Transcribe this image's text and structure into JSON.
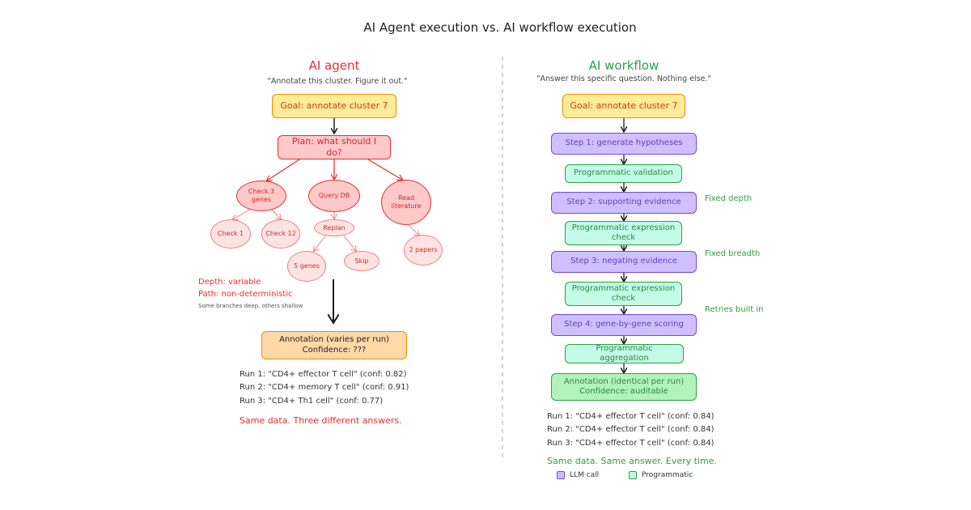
{
  "title": "AI Agent execution vs. AI workflow execution",
  "agent": {
    "heading": "AI agent",
    "quote": "\"Annotate this cluster. Figure it out.\"",
    "goal": "Goal: annotate cluster 7",
    "plan": "Plan: what should I do?",
    "branches": {
      "check_genes": "Check 3 genes",
      "query_db": "Query DB",
      "read_lit": "Read literature",
      "check_1": "Check 1",
      "check_12": "Check 12",
      "replan": "Replan",
      "five_genes": "5 genes",
      "skip": "Skip",
      "two_papers": "2 papers"
    },
    "depth_note": "Depth: variable",
    "path_note": "Path: non-deterministic",
    "branches_note": "Some branches deep, others shallow",
    "result_line1": "Annotation (varies per run)",
    "result_line2": "Confidence: ???",
    "runs": [
      "Run 1: \"CD4+ effector T cell\" (conf: 0.82)",
      "Run 2: \"CD4+ memory T cell\" (conf: 0.91)",
      "Run 3: \"CD4+ Th1 cell\" (conf: 0.77)"
    ],
    "conclusion": "Same data. Three different answers."
  },
  "workflow": {
    "heading": "AI workflow",
    "quote": "\"Answer this specific question. Nothing else.\"",
    "goal": "Goal: annotate cluster 7",
    "steps": {
      "step1": "Step 1: generate hypotheses",
      "prog_validation": "Programmatic validation",
      "step2": "Step 2: supporting evidence",
      "prog_expr1": "Programmatic expression check",
      "step3": "Step 3: negating evidence",
      "prog_expr2": "Programmatic expression check",
      "step4": "Step 4: gene-by-gene scoring",
      "prog_agg": "Programmatic aggregation"
    },
    "result_line1": "Annotation (identical per run)",
    "result_line2": "Confidence: auditable",
    "side_notes": {
      "fixed_depth": "Fixed depth",
      "fixed_breadth": "Fixed breadth",
      "retries": "Retries built in"
    },
    "runs": [
      "Run 1: \"CD4+ effector T cell\" (conf: 0.84)",
      "Run 2: \"CD4+ effector T cell\" (conf: 0.84)",
      "Run 3: \"CD4+ effector T cell\" (conf: 0.84)"
    ],
    "conclusion": "Same data. Same answer. Every time."
  },
  "legend": {
    "llm": "LLM call",
    "programmatic": "Programmatic"
  },
  "colors": {
    "agent_red": "#e03131",
    "workflow_green": "#2f9e44",
    "llm_purple": "#7048e8",
    "goal_orange": "#f08c00"
  }
}
